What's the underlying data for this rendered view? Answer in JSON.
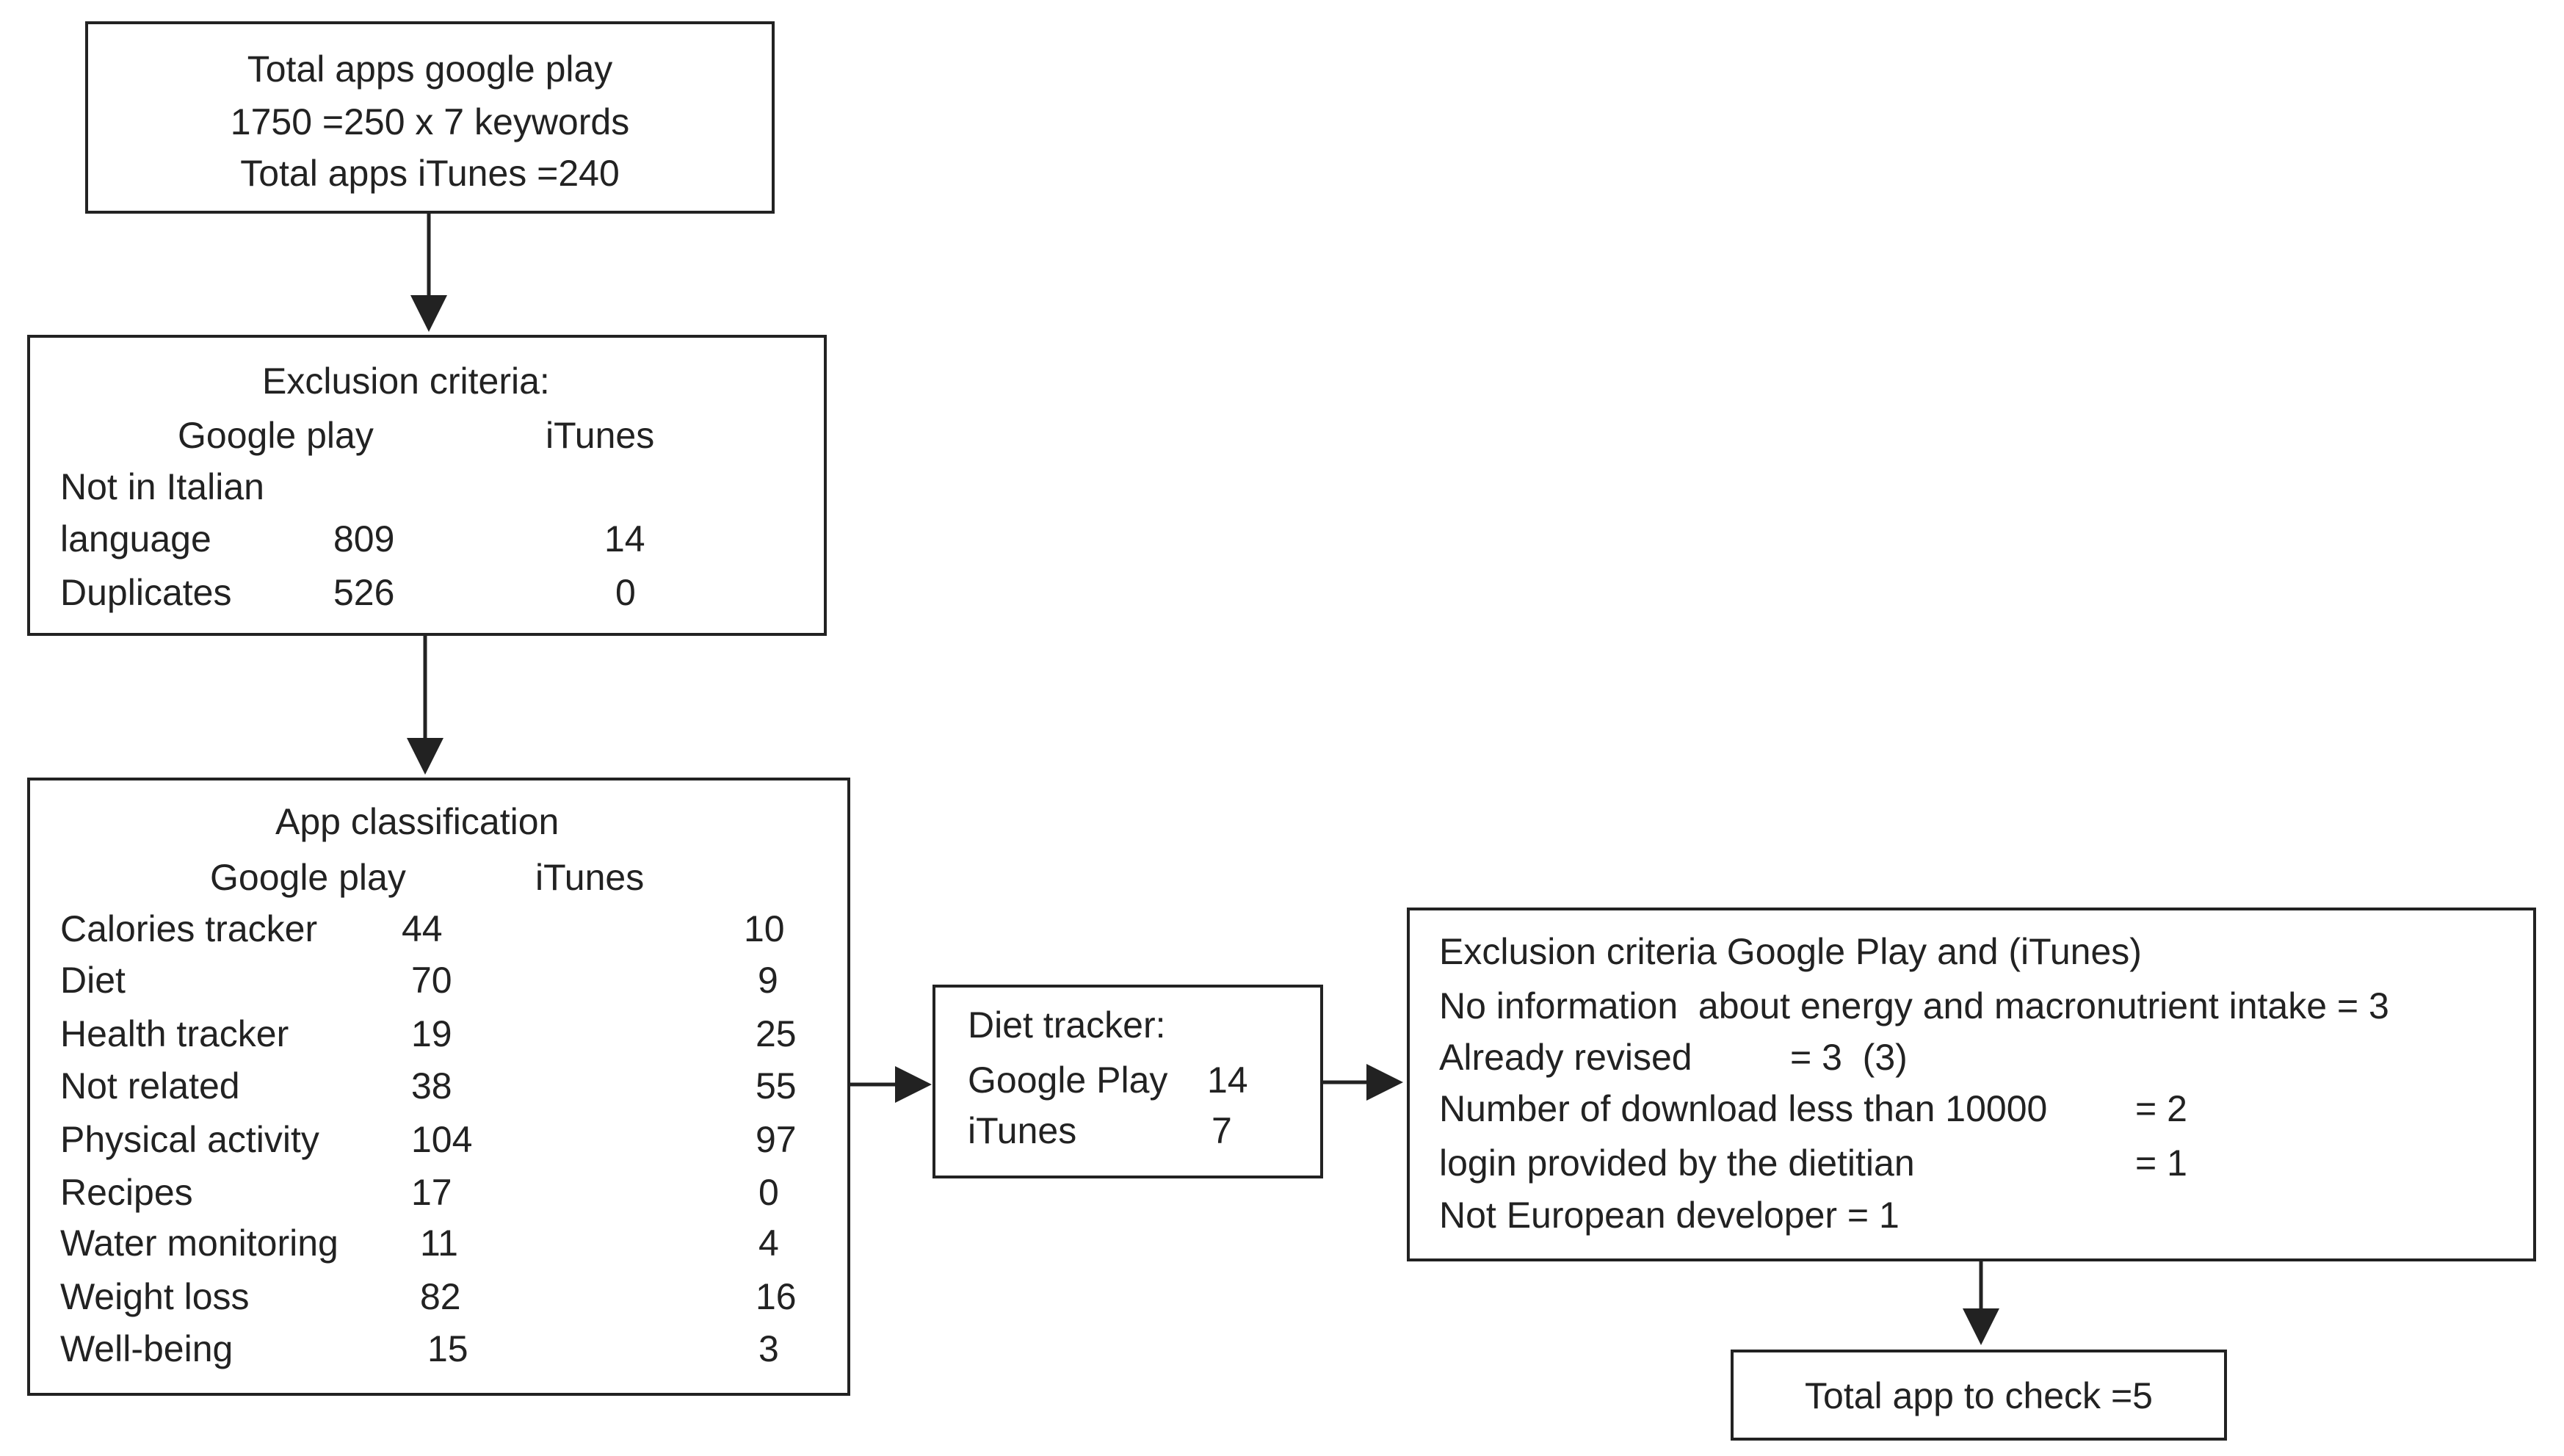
{
  "box1": {
    "lines": [
      "Total apps google play",
      "1750 =250 x 7 keywords",
      "Total apps iTunes =240"
    ]
  },
  "box2": {
    "title": "Exclusion criteria:",
    "col_google": "Google play",
    "col_itunes": "iTunes",
    "rows": [
      {
        "label": "Not in Italian",
        "google": "",
        "itunes": ""
      },
      {
        "label": "language",
        "google": "809",
        "itunes": "14"
      },
      {
        "label": "Duplicates",
        "google": "526",
        "itunes": "0"
      }
    ]
  },
  "box3": {
    "title": "App classification",
    "col_google": "Google play",
    "col_itunes": "iTunes",
    "rows": [
      {
        "label": "Calories tracker",
        "google": "44",
        "itunes": "10"
      },
      {
        "label": "Diet",
        "google": "70",
        "itunes": "9"
      },
      {
        "label": "Health tracker",
        "google": "19",
        "itunes": "25"
      },
      {
        "label": "Not related",
        "google": "38",
        "itunes": "55"
      },
      {
        "label": "Physical activity",
        "google": "104",
        "itunes": "97"
      },
      {
        "label": "Recipes",
        "google": "17",
        "itunes": "0"
      },
      {
        "label": "Water monitoring",
        "google": "11",
        "itunes": "4"
      },
      {
        "label": "Weight loss",
        "google": "82",
        "itunes": "16"
      },
      {
        "label": "Well-being",
        "google": "15",
        "itunes": "3"
      }
    ]
  },
  "box4": {
    "title": "Diet tracker:",
    "rows": [
      {
        "label": "Google Play",
        "value": "14"
      },
      {
        "label": "iTunes",
        "value": "7"
      }
    ]
  },
  "box5": {
    "title": "Exclusion criteria Google Play and (iTunes)",
    "lines": [
      {
        "label": "No information  about energy and macronutrient intake = 3",
        "value": ""
      },
      {
        "label": "Already revised",
        "value": "= 3  (3)"
      },
      {
        "label": "Number of download less than 10000",
        "value": "= 2"
      },
      {
        "label": "login provided by the dietitian",
        "value": "= 1"
      },
      {
        "label": "Not European developer = 1",
        "value": ""
      }
    ]
  },
  "box6": {
    "text": "Total app to check =5"
  }
}
